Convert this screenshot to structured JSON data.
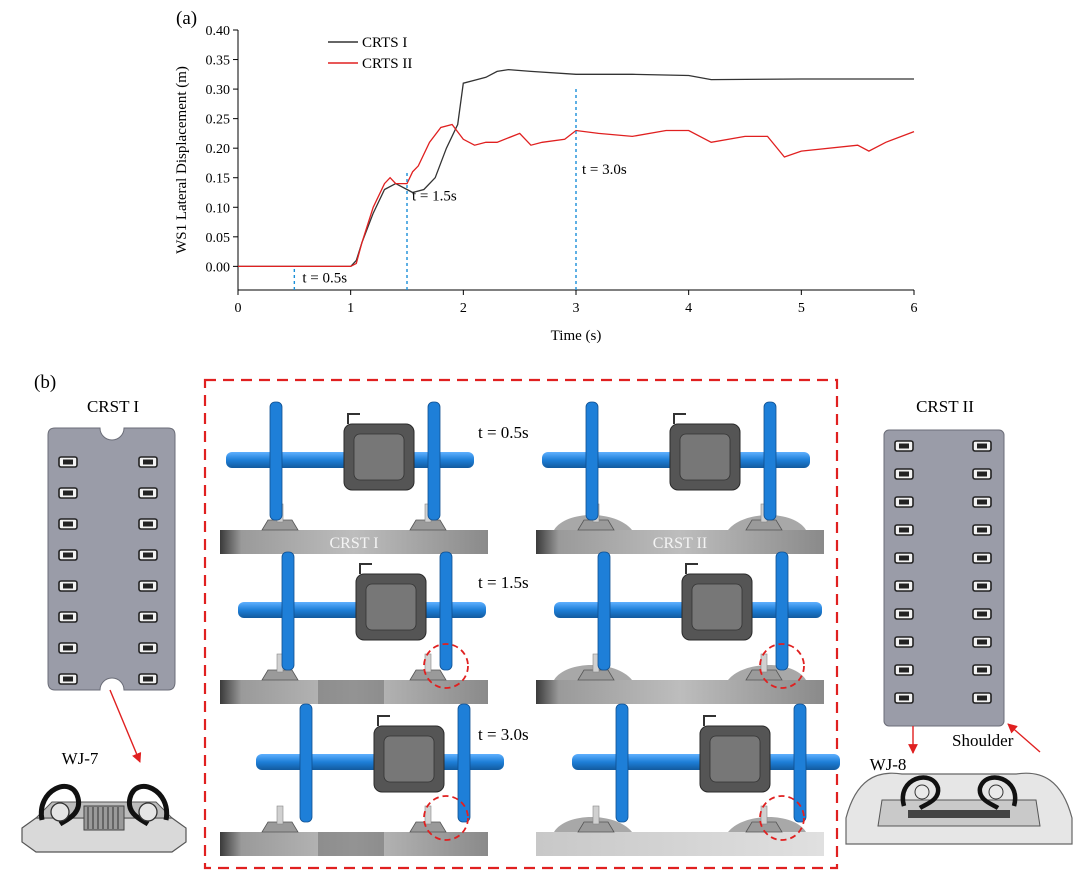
{
  "figure": {
    "panel_a_label": "(a)",
    "panel_b_label": "(b)"
  },
  "chart_data": {
    "type": "line",
    "xlabel": "Time (s)",
    "ylabel": "WS1 Lateral Displacement (m)",
    "xlim": [
      0,
      6
    ],
    "ylim": [
      -0.04,
      0.4
    ],
    "xticks": [
      0,
      1,
      2,
      3,
      4,
      5,
      6
    ],
    "yticks": [
      0.0,
      0.05,
      0.1,
      0.15,
      0.2,
      0.25,
      0.3,
      0.35,
      0.4
    ],
    "ytick_labels": [
      "0.00",
      "0.05",
      "0.10",
      "0.15",
      "0.20",
      "0.25",
      "0.30",
      "0.35",
      "0.40"
    ],
    "grid": false,
    "legend_position": "top-left",
    "series": [
      {
        "name": "CRTS I",
        "color": "#333333",
        "points": [
          [
            0,
            0
          ],
          [
            1.0,
            0
          ],
          [
            1.05,
            0.01
          ],
          [
            1.1,
            0.04
          ],
          [
            1.2,
            0.09
          ],
          [
            1.3,
            0.13
          ],
          [
            1.4,
            0.14
          ],
          [
            1.5,
            0.13
          ],
          [
            1.55,
            0.125
          ],
          [
            1.65,
            0.13
          ],
          [
            1.75,
            0.15
          ],
          [
            1.85,
            0.2
          ],
          [
            1.95,
            0.24
          ],
          [
            2.0,
            0.31
          ],
          [
            2.1,
            0.315
          ],
          [
            2.2,
            0.32
          ],
          [
            2.3,
            0.33
          ],
          [
            2.4,
            0.333
          ],
          [
            2.6,
            0.33
          ],
          [
            3.0,
            0.325
          ],
          [
            3.5,
            0.325
          ],
          [
            4.0,
            0.323
          ],
          [
            4.2,
            0.316
          ],
          [
            5.0,
            0.317
          ],
          [
            6.0,
            0.317
          ]
        ]
      },
      {
        "name": "CRTS II",
        "color": "#e02020",
        "points": [
          [
            0,
            0
          ],
          [
            1.0,
            0
          ],
          [
            1.05,
            0.005
          ],
          [
            1.1,
            0.04
          ],
          [
            1.2,
            0.1
          ],
          [
            1.3,
            0.14
          ],
          [
            1.35,
            0.15
          ],
          [
            1.4,
            0.14
          ],
          [
            1.5,
            0.14
          ],
          [
            1.55,
            0.16
          ],
          [
            1.6,
            0.17
          ],
          [
            1.7,
            0.21
          ],
          [
            1.8,
            0.235
          ],
          [
            1.9,
            0.24
          ],
          [
            2.0,
            0.215
          ],
          [
            2.1,
            0.205
          ],
          [
            2.2,
            0.21
          ],
          [
            2.3,
            0.21
          ],
          [
            2.5,
            0.225
          ],
          [
            2.6,
            0.205
          ],
          [
            2.7,
            0.21
          ],
          [
            2.9,
            0.215
          ],
          [
            3.0,
            0.23
          ],
          [
            3.2,
            0.225
          ],
          [
            3.5,
            0.22
          ],
          [
            3.8,
            0.23
          ],
          [
            4.0,
            0.23
          ],
          [
            4.2,
            0.21
          ],
          [
            4.5,
            0.22
          ],
          [
            4.7,
            0.22
          ],
          [
            4.85,
            0.185
          ],
          [
            5.0,
            0.195
          ],
          [
            5.5,
            0.205
          ],
          [
            5.6,
            0.195
          ],
          [
            5.75,
            0.21
          ],
          [
            6.0,
            0.228
          ]
        ]
      }
    ],
    "annotations": [
      {
        "text": "t = 0.5s",
        "x": 0.5
      },
      {
        "text": "t = 1.5s",
        "x": 1.5
      },
      {
        "text": "t = 3.0s",
        "x": 3.0
      }
    ],
    "annotation_color": "#1a8fd8"
  },
  "panel_b": {
    "left_title": "CRST I",
    "right_title": "CRST II",
    "left_fastener_label": "WJ-7",
    "right_fastener_label": "WJ-8",
    "shoulder_label": "Shoulder",
    "col1_slab_label": "CRST I",
    "col2_slab_label": "CRST II",
    "time_labels": [
      "t = 0.5s",
      "t = 1.5s",
      "t = 3.0s"
    ],
    "colors": {
      "wheelset": "#1e7fd8",
      "gearbox": "#555555",
      "slab": "#9a9ca8",
      "frame": "#e02020",
      "arrow": "#e02020"
    }
  }
}
